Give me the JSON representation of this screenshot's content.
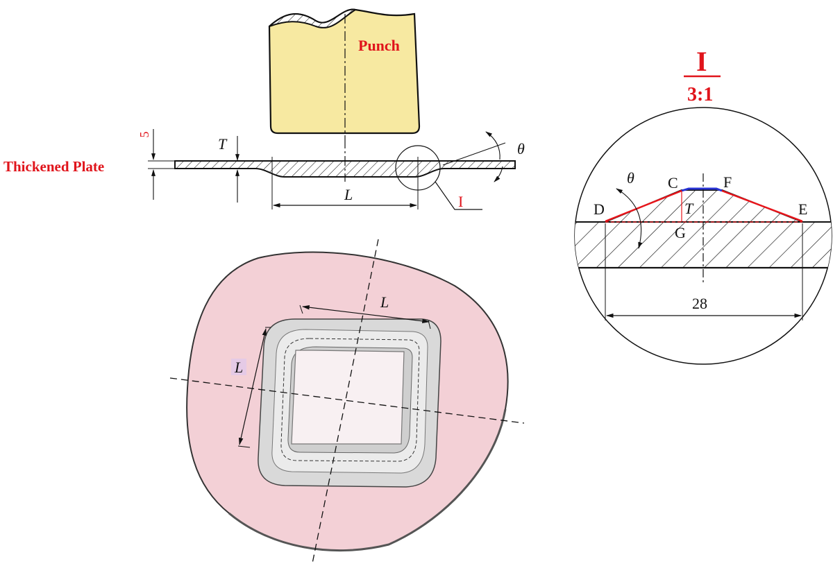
{
  "colors": {
    "red_label": "#e0141b",
    "punch_fill": "#f7e9a1",
    "plate_fill": "#f3d0d6",
    "bead_gray": "#d9d9d9",
    "line": "#111111",
    "profile_red": "#e8151b",
    "profile_blue": "#2a35d6"
  },
  "section": {
    "punch_label": "Punch",
    "plate_label": "Thickened Plate",
    "dim_5": "5",
    "dim_T": "T",
    "dim_L": "L",
    "angle": "θ",
    "detail_ref": "I"
  },
  "detail": {
    "title": "I",
    "scale": "3:1",
    "points": {
      "C": "C",
      "F": "F",
      "D": "D",
      "E": "E",
      "G": "G"
    },
    "dim_T": "T",
    "angle": "θ",
    "width": "28"
  },
  "iso": {
    "dim_L_top": "L",
    "dim_L_left": "L"
  }
}
